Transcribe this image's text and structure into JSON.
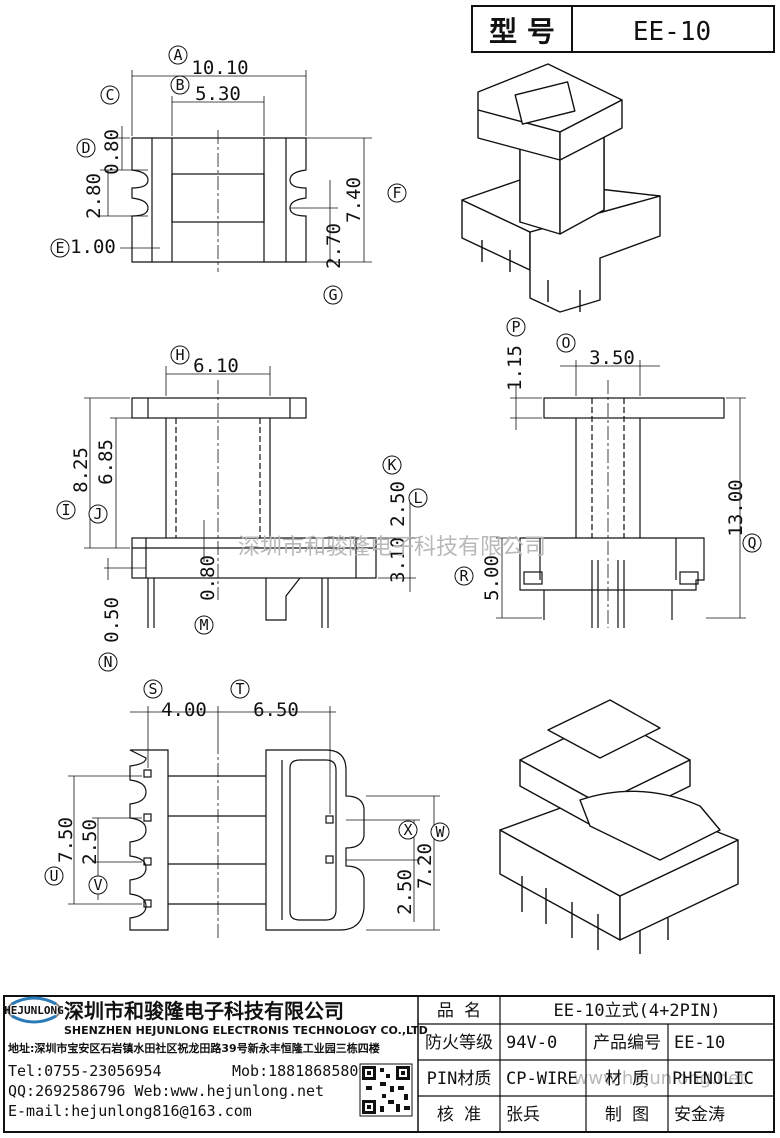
{
  "title_block_top": {
    "model_label": "型 号",
    "model_value": "EE-10"
  },
  "dimensions": {
    "top_view": [
      {
        "marker": "A",
        "value": "10.10"
      },
      {
        "marker": "B",
        "value": "5.30"
      },
      {
        "marker": "C",
        "value": "0.80"
      },
      {
        "marker": "D",
        "value": "2.80"
      },
      {
        "marker": "E",
        "value": "1.00"
      },
      {
        "marker": "F",
        "value": "7.40"
      },
      {
        "marker": "G",
        "value": "2.70"
      }
    ],
    "front_view": [
      {
        "marker": "H",
        "value": "6.10"
      },
      {
        "marker": "I",
        "value": "8.25"
      },
      {
        "marker": "J",
        "value": "6.85"
      },
      {
        "marker": "K",
        "value": "2.50"
      },
      {
        "marker": "L",
        "value": "3.10"
      },
      {
        "marker": "M",
        "value": "0.80"
      },
      {
        "marker": "N",
        "value": "0.50"
      }
    ],
    "side_view": [
      {
        "marker": "O",
        "value": "3.50"
      },
      {
        "marker": "P",
        "value": "1.15"
      },
      {
        "marker": "Q",
        "value": "13.00"
      },
      {
        "marker": "R",
        "value": "5.00"
      }
    ],
    "bottom_view": [
      {
        "marker": "S",
        "value": "4.00"
      },
      {
        "marker": "T",
        "value": "6.50"
      },
      {
        "marker": "U",
        "value": "7.50"
      },
      {
        "marker": "V",
        "value": "2.50"
      },
      {
        "marker": "W",
        "value": "7.20"
      },
      {
        "marker": "X",
        "value": "2.50"
      }
    ]
  },
  "watermark": {
    "company": "深圳市和骏隆电子科技有限公司",
    "site": "www.hejunlong.net"
  },
  "company_block": {
    "logo_text": "HEJUNLONG",
    "name_cn": "深圳市和骏隆电子科技有限公司",
    "name_en": "SHENZHEN HEJUNLONG ELECTRONIS TECHNOLOGY CO.,LTD",
    "address": "地址:深圳市宝安区石岩镇水田社区祝龙田路39号新永丰恒隆工业园三栋四楼",
    "tel": "Tel:0755-23056954",
    "mob": "Mob:18818685809",
    "qq_web": "QQ:2692586796 Web:www.hejunlong.net",
    "email": "E-mail:hejunlong816@163.com"
  },
  "spec_table": {
    "product_name_label": "品 名",
    "product_name_value": "EE-10立式(4+2PIN)",
    "fire_rating_label": "防火等级",
    "fire_rating_value": "94V-0",
    "product_no_label": "产品编号",
    "product_no_value": "EE-10",
    "pin_material_label": "PIN材质",
    "pin_material_value": "CP-WIRE",
    "material_label": "材 质",
    "material_value": "PHENOLIC",
    "review_label": "核 准",
    "review_value": "张兵",
    "drawn_label": "制 图",
    "drawn_value": "安金涛"
  }
}
